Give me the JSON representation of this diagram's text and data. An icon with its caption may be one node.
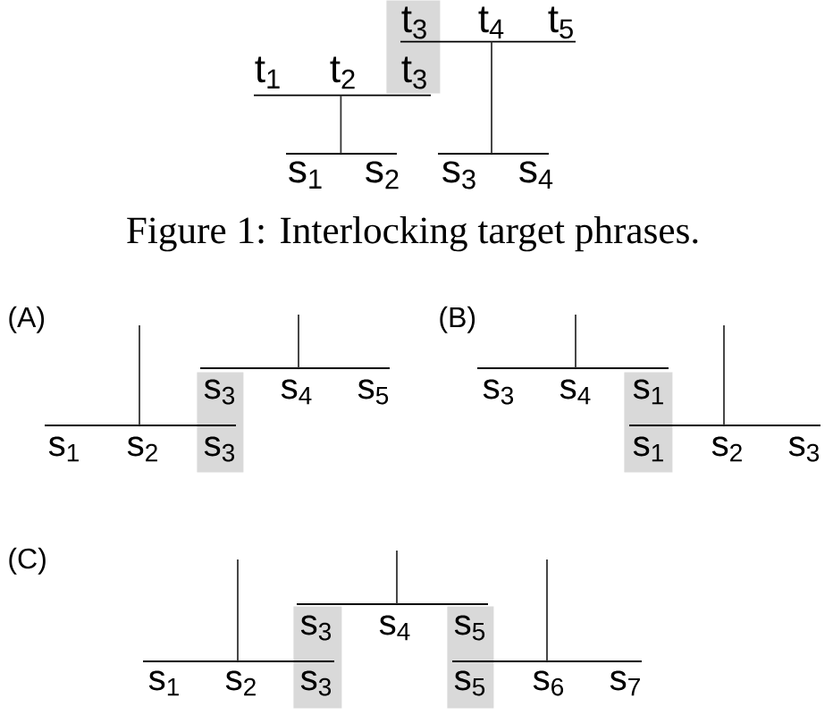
{
  "diagram": {
    "caption": "Figure 1: Interlocking target phrases.",
    "nodes": [
      {
        "text": [
          "t$_{3}$",
          "t$_{3}$"
        ]
      },
      {
        "text": [
          "s$_{3}$",
          "s$_{3}$"
        ]
      },
      {
        "text": [
          "s$_{1}$",
          "s$_{1}$"
        ]
      },
      {
        "text": [
          "s$_{3}$",
          "s$_{3}$"
        ]
      },
      {
        "text": [
          "s$_{5}$",
          "s$_{5}$"
        ]
      }
    ],
    "labels": [
      "t$_{4}$",
      "t$_{5}$",
      "t$_{1}$",
      "t$_{2}$",
      "s$_{1}$",
      "s$_{2}$",
      "s$_{3}$",
      "s$_{4}$",
      "(A)",
      "s$_{4}$",
      "s$_{5}$",
      "s$_{1}$",
      "s$_{2}$",
      "(B)",
      "s$_{3}$",
      "s$_{4}$",
      "s$_{2}$",
      "s$_{3}$",
      "(C)",
      "s$_{4}$",
      "s$_{1}$",
      "s$_{2}$",
      "s$_{6}$",
      "s$_{7}$"
    ]
  }
}
